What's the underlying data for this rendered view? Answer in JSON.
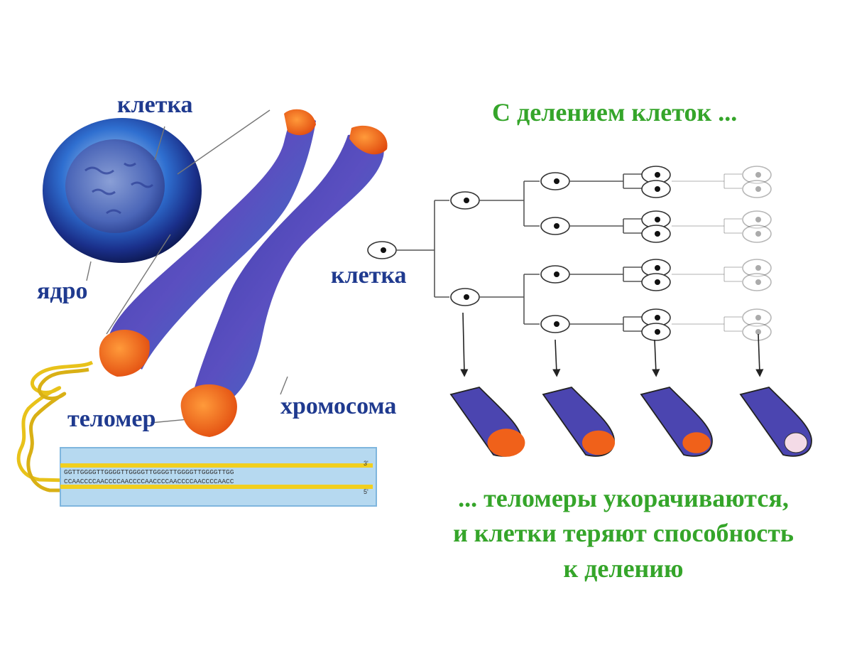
{
  "labels": {
    "cell_top": "клетка",
    "nucleus": "ядро",
    "telomere": "теломер",
    "chromosome": "хромосома",
    "cell_right": "клетка"
  },
  "captions": {
    "title": "С делением клеток ...",
    "bottom_line1": "... теломеры укорачиваются,",
    "bottom_line2": "и клетки теряют способность",
    "bottom_line3": "к делению"
  },
  "dna": {
    "top_strand": "GGTTGGGGTTGGGGTTGGGGTTGGGGTTGGGGTTGGGGTTGG",
    "bottom_strand": "CCAACCCCAACCCCAACCCCAACCCCAACCCCAACCCCAACC",
    "end_top": "3'",
    "end_bottom": "5'"
  },
  "telomere_remaining": [
    0.5,
    0.36,
    0.22,
    0
  ],
  "colors": {
    "label_blue": "#1f3a8f",
    "caption_green": "#35a52a",
    "chromosome": "#4b45b0",
    "telomere": "#f0611a",
    "dna": "#f1cf1e"
  }
}
